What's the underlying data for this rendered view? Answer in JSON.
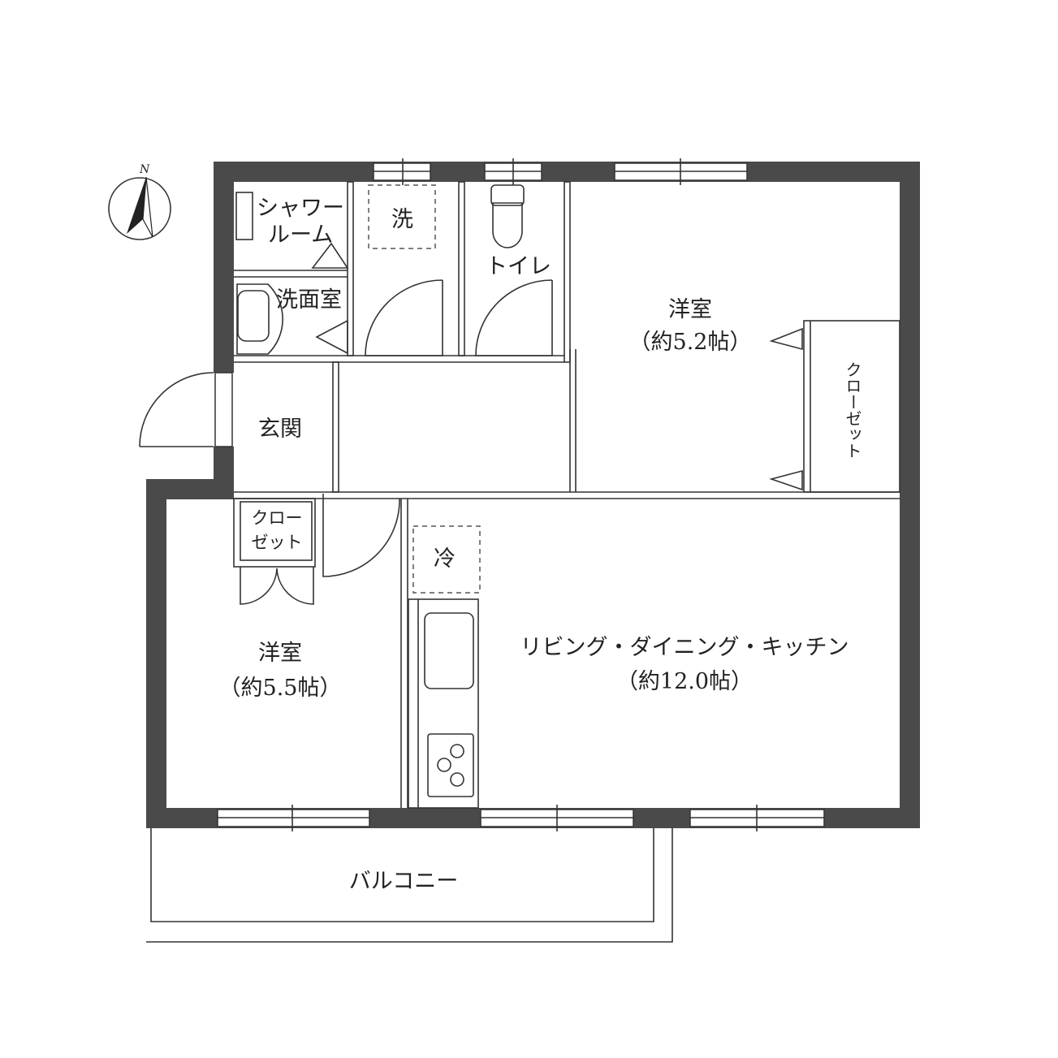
{
  "compass": {
    "north_label": "N"
  },
  "rooms": {
    "shower": {
      "line1": "シャワー",
      "line2": "ルーム"
    },
    "washroom": "洗面室",
    "washer": "洗",
    "toilet": "トイレ",
    "entrance": "玄関",
    "western_room_north": {
      "name": "洋室",
      "size": "（約5.2帖）"
    },
    "closet_east": "クローゼット",
    "closet_west": {
      "line1": "クロー",
      "line2": "ゼット"
    },
    "fridge": "冷",
    "western_room_south": {
      "name": "洋室",
      "size": "（約5.5帖）"
    },
    "ldk": {
      "name": "リビング・ダイニング・キッチン",
      "size": "（約12.0帖）"
    },
    "balcony": "バルコニー"
  },
  "colors": {
    "wall": "#4a4a4a",
    "line": "#333333"
  }
}
